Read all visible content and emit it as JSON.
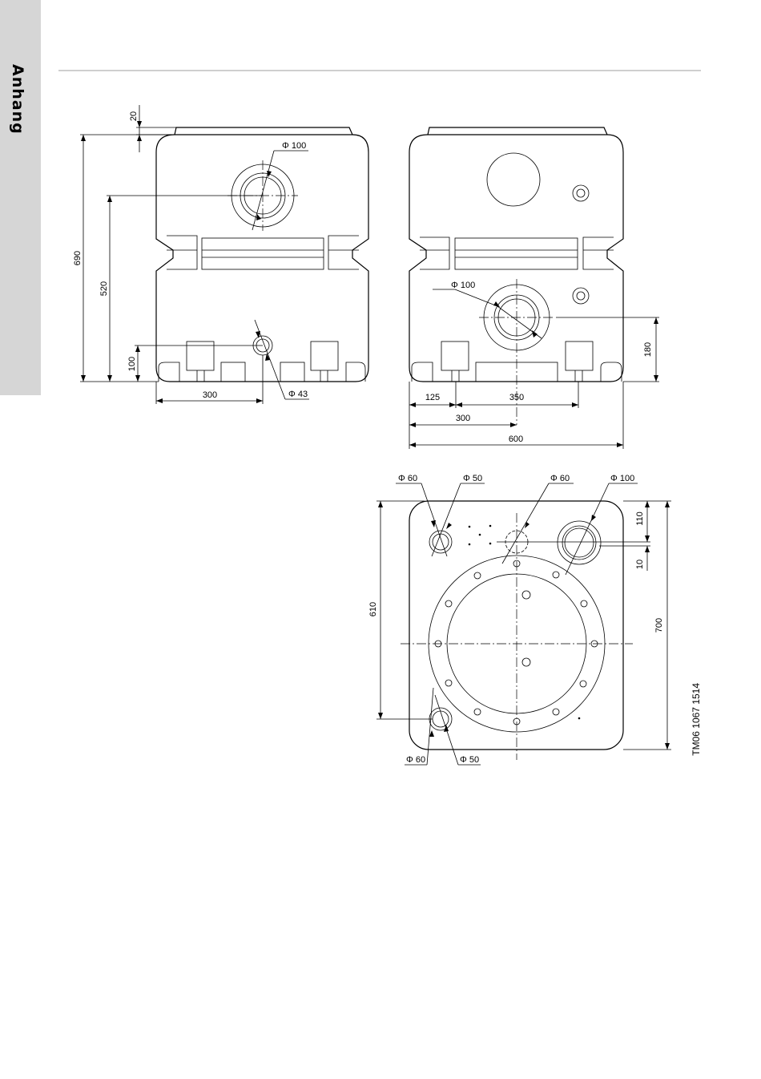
{
  "side_tab": {
    "label": "Anhang"
  },
  "drawing_id": "TM06 1067 1514",
  "front_view": {
    "dim_lid": "20",
    "dim_total_height": "690",
    "dim_inlet_height": "520",
    "dim_outlet_height": "100",
    "dim_horizontal": "300",
    "dia_inlet": "Φ 100",
    "dia_outlet": "Φ 43"
  },
  "side_view": {
    "dia_inlet": "Φ 100",
    "dim_inlet_height": "180",
    "dim_125": "125",
    "dim_350": "350",
    "dim_300": "300",
    "dim_600": "600"
  },
  "top_view": {
    "dia_60_left": "Φ 60",
    "dia_50_left": "Φ 50",
    "dia_60_mid": "Φ 60",
    "dia_100": "Φ 100",
    "dia_60_bottom": "Φ 60",
    "dia_50_bottom": "Φ 50",
    "dim_110": "110",
    "dim_10": "10",
    "dim_610": "610",
    "dim_700": "700"
  }
}
